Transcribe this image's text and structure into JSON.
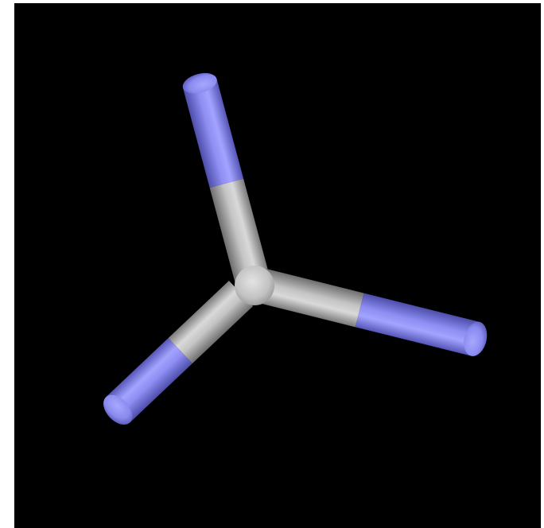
{
  "viewer": {
    "background": "#000000",
    "page_background": "#ffffff",
    "style": "sticks",
    "molecule": {
      "central_atom": {
        "element": "C",
        "color": "#c8c8c8"
      },
      "bonded_atoms": [
        {
          "element": "N",
          "color": "#8f8ff6"
        },
        {
          "element": "N",
          "color": "#8f8ff6"
        },
        {
          "element": "N",
          "color": "#8f8ff6"
        }
      ],
      "bond_count": 3
    }
  }
}
